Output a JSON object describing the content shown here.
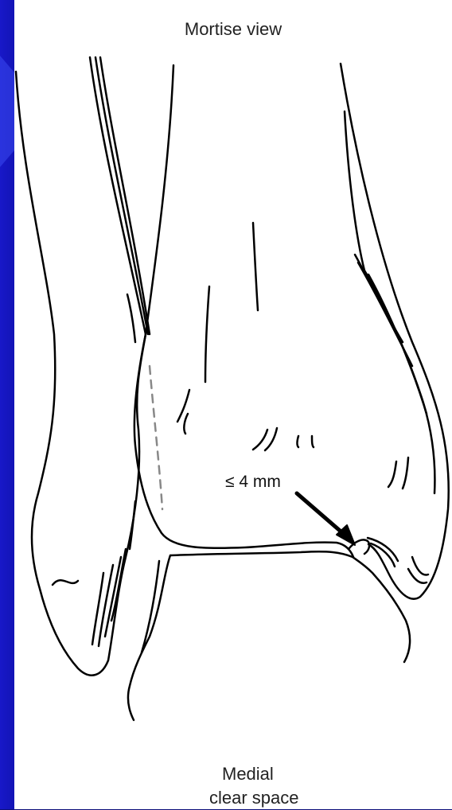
{
  "figure": {
    "title": "Mortise view",
    "measurement_label": "≤ 4 mm",
    "caption_line1": "Medial",
    "caption_line2": "clear space"
  },
  "colors": {
    "background": "#0b0f7a",
    "panel": "#ffffff",
    "line": "#000000",
    "dashed": "#888888"
  }
}
